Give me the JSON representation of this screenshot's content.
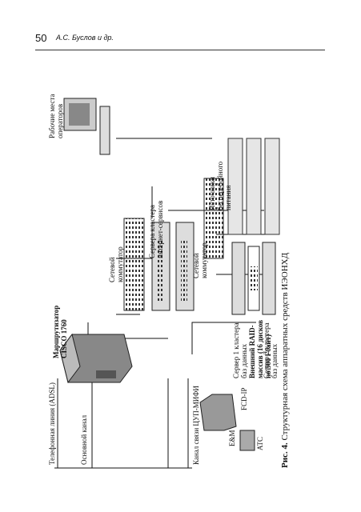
{
  "header": {
    "page_number": "50",
    "authors": "А.С. Буслов и др."
  },
  "figure": {
    "labels": {
      "phone_line": "Телефонная линия (ADSL)",
      "main_channel": "Основной канал",
      "router": "Маршрутизатор CISCO 1760",
      "workstations": "Рабочие места операторов",
      "switch_top": "Сетевой коммутатор",
      "web_cluster": "Сервера кластера интернет-сервисов",
      "ups": "Источники бесперебойного питания",
      "channel": "Канал связи ЦУП-МИФИ",
      "fcd_ip": "FCD-IP",
      "em": "E&M",
      "ats": "ATC",
      "switch_bottom": "Сетевой коммутатор",
      "db_server1": "Сервер 1 кластера баз данных",
      "raid": "Внешний RAID-массив (16 дисков по 500 Гбайт)",
      "db_server2": "Сервер 2 кластера баз данных"
    },
    "caption": {
      "label": "Рис. 4.",
      "text": "Структурная схема аппаратных средств ИЭОНХД"
    }
  }
}
